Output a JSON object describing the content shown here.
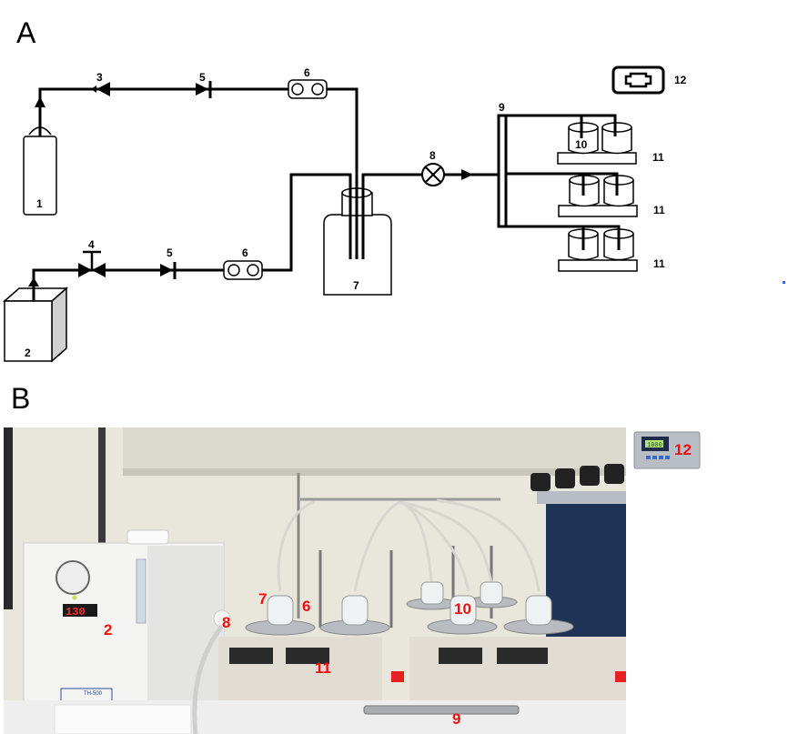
{
  "panels": {
    "a": {
      "letter": "A"
    },
    "b": {
      "letter": "B"
    }
  },
  "schematic_labels": {
    "gas_cylinder": "1",
    "gas_generator": "2",
    "check_valve": "3",
    "regulating_valve": "4",
    "one_way_valve_top": "5",
    "one_way_valve_bottom": "5",
    "flowmeter_top": "6",
    "flowmeter_bottom": "6",
    "mixing_bottle": "7",
    "gas_valve": "8",
    "manifold": "9",
    "culture_bottle": "10",
    "stirrer_1": "11",
    "stirrer_2": "11",
    "stirrer_3": "11",
    "controller": "12"
  },
  "photo_labels": {
    "generator": "2",
    "bottle": "7",
    "flowmeter": "6",
    "valve": "8",
    "culture_bottle": "10",
    "stirrer": "11",
    "manifold": "9",
    "controller": "12"
  },
  "photo_readouts": {
    "generator_display": "130",
    "generator_model": "TH-500",
    "controller_display": "1000"
  },
  "colors": {
    "line": "#000000",
    "photo_label": "#ee1111",
    "generator_led": "#ff2a2a"
  }
}
